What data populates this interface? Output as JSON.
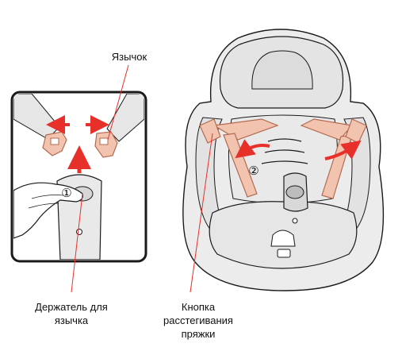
{
  "labels": {
    "tongue": "Язычок",
    "tongue_holder_line1": "Держатель для",
    "tongue_holder_line2": "язычка",
    "release_line1": "Кнопка",
    "release_line2": "расстегивания",
    "release_line3": "пряжки"
  },
  "markers": {
    "step1": "①",
    "step2": "②"
  },
  "colors": {
    "strap": "#f2c4b0",
    "strap_stroke": "#b46a50",
    "arrow": "#e8302a",
    "seat_fill": "#ececec",
    "outline": "#1a1a1a",
    "leader": "#e8302a"
  }
}
